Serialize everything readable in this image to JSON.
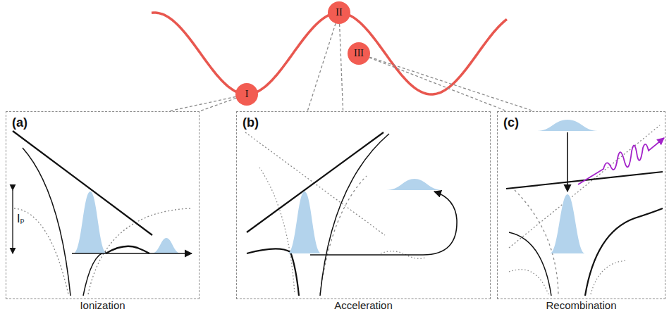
{
  "diagram": {
    "nodes": [
      {
        "text": [
          "I"
        ]
      },
      {
        "text": [
          "II"
        ]
      },
      {
        "text": [
          "III"
        ]
      },
      {
        "text": [
          "(a)",
          "Ionization"
        ]
      },
      {
        "text": [
          "(b)",
          "Acceleration"
        ]
      },
      {
        "text": [
          "(c)",
          "Recombination"
        ]
      }
    ],
    "edges": [
      {
        "from": 0,
        "to": 3,
        "arrow": "none"
      },
      {
        "from": 1,
        "to": 4,
        "arrow": "none"
      },
      {
        "from": 2,
        "to": 5,
        "arrow": "none"
      }
    ],
    "labels": [
      "Iₚ"
    ]
  }
}
